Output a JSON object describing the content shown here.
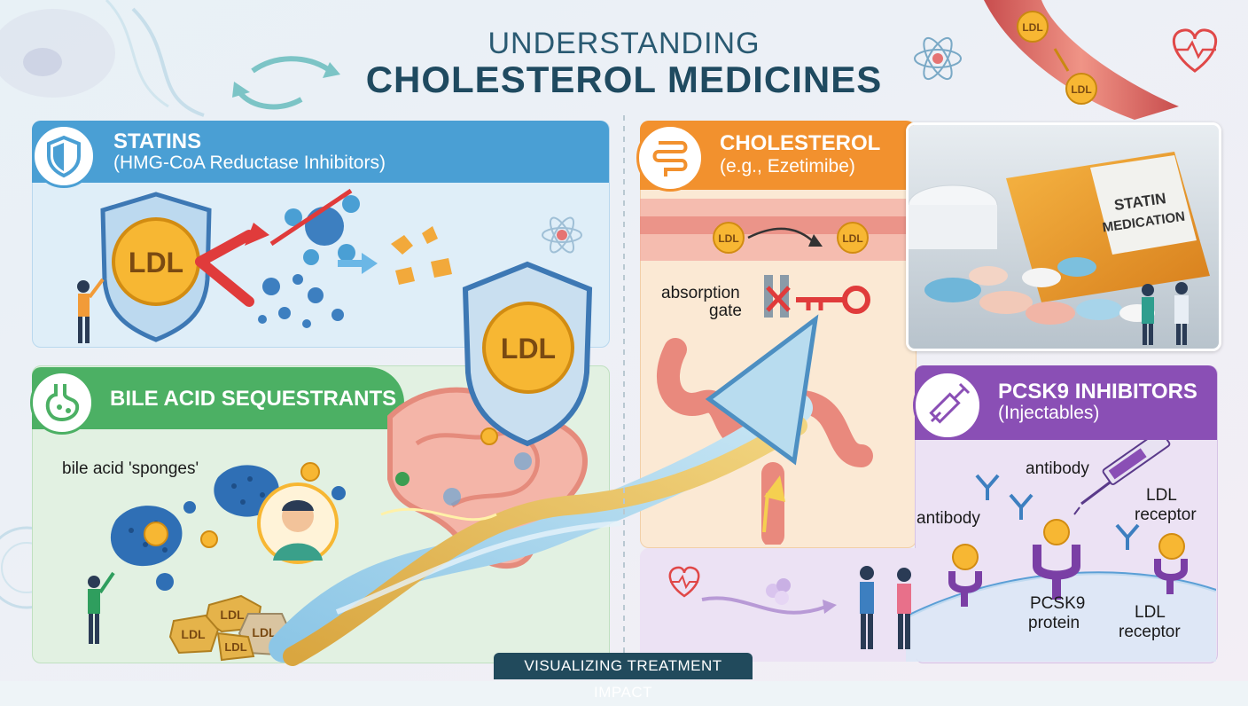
{
  "title": {
    "line1": "UNDERSTANDING",
    "line2": "CHOLESTEROL MEDICINES"
  },
  "statins": {
    "title": "STATINS",
    "subtitle": "(HMG-CoA Reductase Inhibitors)",
    "ldl_label": "LDL"
  },
  "bile": {
    "title": "BILE ACID SEQUESTRANTS",
    "sponges_label": "bile acid 'sponges'",
    "ldl_rock_labels": [
      "LDL",
      "LDL",
      "LDL",
      "LDL"
    ]
  },
  "center": {
    "shield_ldl_label": "LDL"
  },
  "cholesterol": {
    "title": "CHOLESTEROL",
    "subtitle": "(e.g., Ezetimibe)",
    "ldl_labels": [
      "LDL",
      "LDL"
    ],
    "gate_label_line1": "absorption",
    "gate_label_line2": "gate"
  },
  "photo": {
    "bottle_label_line1": "STATIN",
    "bottle_label_line2": "MEDICATION"
  },
  "pcsk9": {
    "title": "PCSK9 INHIBITORS",
    "subtitle": "(Injectables)",
    "antibody_top": "antibody",
    "antibody_left": "antibody",
    "ldl_receptor_top_line1": "LDL",
    "ldl_receptor_top_line2": "receptor",
    "pcsk9_protein_line1": "PCSK9",
    "pcsk9_protein_line2": "protein",
    "ldl_receptor_bottom_line1": "LDL",
    "ldl_receptor_bottom_line2": "receptor"
  },
  "vessel": {
    "ldl_labels": [
      "LDL",
      "LDL"
    ]
  },
  "footer": "VISUALIZING TREATMENT IMPACT",
  "colors": {
    "statins_blue": "#4a9fd4",
    "bile_green": "#4cb064",
    "cholesterol_orange": "#f2912e",
    "pcsk9_purple": "#8a4fb5",
    "title_navy": "#1f4a60",
    "ldl_yellow": "#f7b733"
  },
  "icons": [
    "shield-icon",
    "stomach-icon",
    "intestine-icon",
    "syringe-icon",
    "heart-pulse-icon",
    "atom-icon",
    "key-icon"
  ]
}
